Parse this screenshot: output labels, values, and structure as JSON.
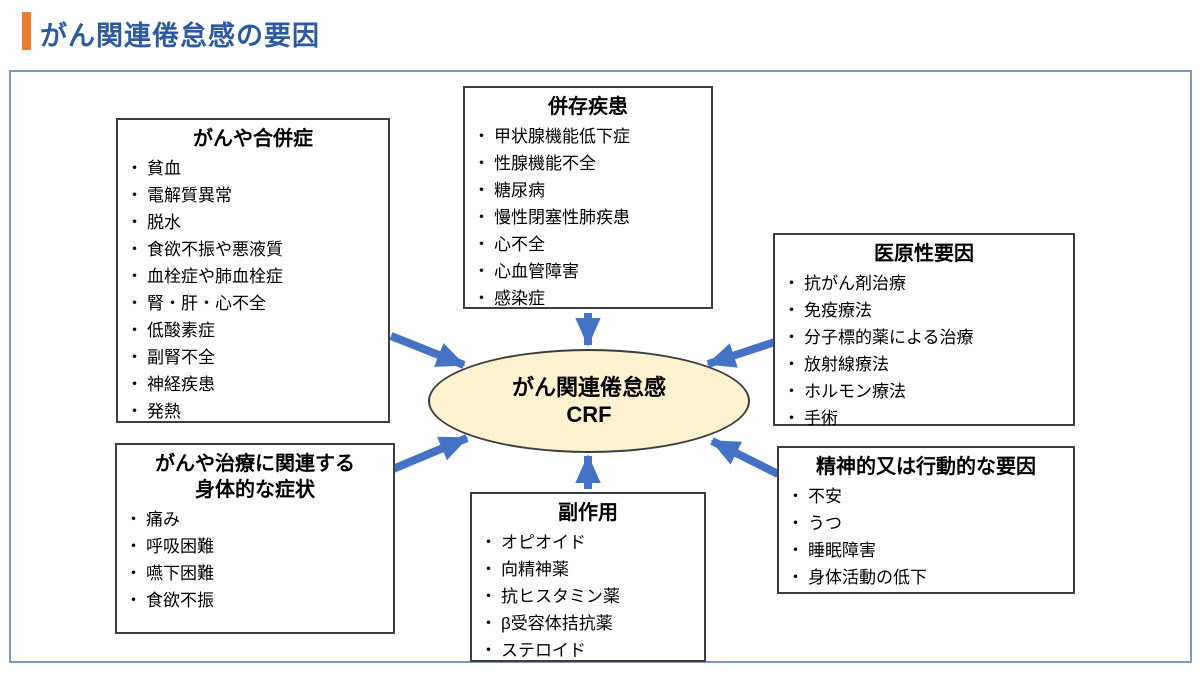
{
  "title": "がん関連倦怠感の要因",
  "bullet": "・",
  "center": {
    "line1": "がん関連倦怠感",
    "line2": "CRF"
  },
  "boxes": [
    {
      "name": "cancer-and-complications",
      "title_lines": [
        "がんや合併症"
      ],
      "items": [
        "貧血",
        "電解質異常",
        "脱水",
        "食欲不振や悪液質",
        "血栓症や肺血栓症",
        "腎・肝・心不全",
        "低酸素症",
        "副腎不全",
        "神経疾患",
        "発熱"
      ]
    },
    {
      "name": "comorbidities",
      "title_lines": [
        "併存疾患"
      ],
      "items": [
        "甲状腺機能低下症",
        "性腺機能不全",
        "糖尿病",
        "慢性閉塞性肺疾患",
        "心不全",
        "心血管障害",
        "感染症"
      ]
    },
    {
      "name": "iatrogenic-factors",
      "title_lines": [
        "医原性要因"
      ],
      "items": [
        "抗がん剤治療",
        "免疫療法",
        "分子標的薬による治療",
        "放射線療法",
        "ホルモン療法",
        "手術"
      ]
    },
    {
      "name": "physical-symptoms-related-to-cancer-or-treatment",
      "title_lines": [
        "がんや治療に関連する",
        "身体的な症状"
      ],
      "items": [
        "痛み",
        "呼吸困難",
        "嚥下困難",
        "食欲不振"
      ]
    },
    {
      "name": "side-effects",
      "title_lines": [
        "副作用"
      ],
      "items": [
        "オピオイド",
        "向精神薬",
        "抗ヒスタミン薬",
        "β受容体拮抗薬",
        "ステロイド"
      ]
    },
    {
      "name": "psychological-or-behavioral-factors",
      "title_lines": [
        "精神的又は行動的な要因"
      ],
      "items": [
        "不安",
        "うつ",
        "睡眠障害",
        "身体活動の低下"
      ]
    }
  ],
  "colors": {
    "accent_orange": "#EE7D31",
    "title_blue": "#2D5A9E",
    "arrow_blue": "#4472C4",
    "ellipse_fill": "#FCF2CF",
    "outer_border": "#8098C4",
    "box_border": "#3D3D3D"
  }
}
